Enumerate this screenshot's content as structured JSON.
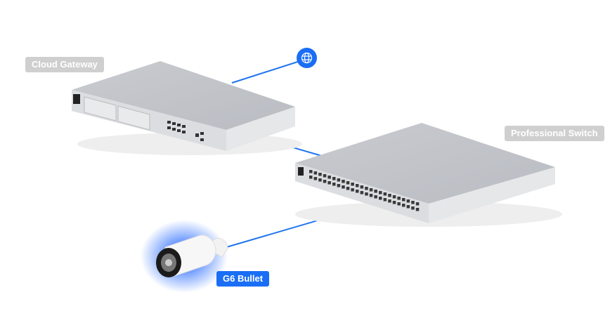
{
  "devices": {
    "gateway": {
      "label": "Cloud Gateway"
    },
    "switch": {
      "label": "Professional Switch"
    },
    "camera": {
      "label": "G6 Bullet"
    }
  },
  "internet": {
    "icon": "globe-icon"
  },
  "colors": {
    "accent": "#1a6ef5",
    "label_gray": "#cfcfcf",
    "link": "#1f74f0"
  }
}
